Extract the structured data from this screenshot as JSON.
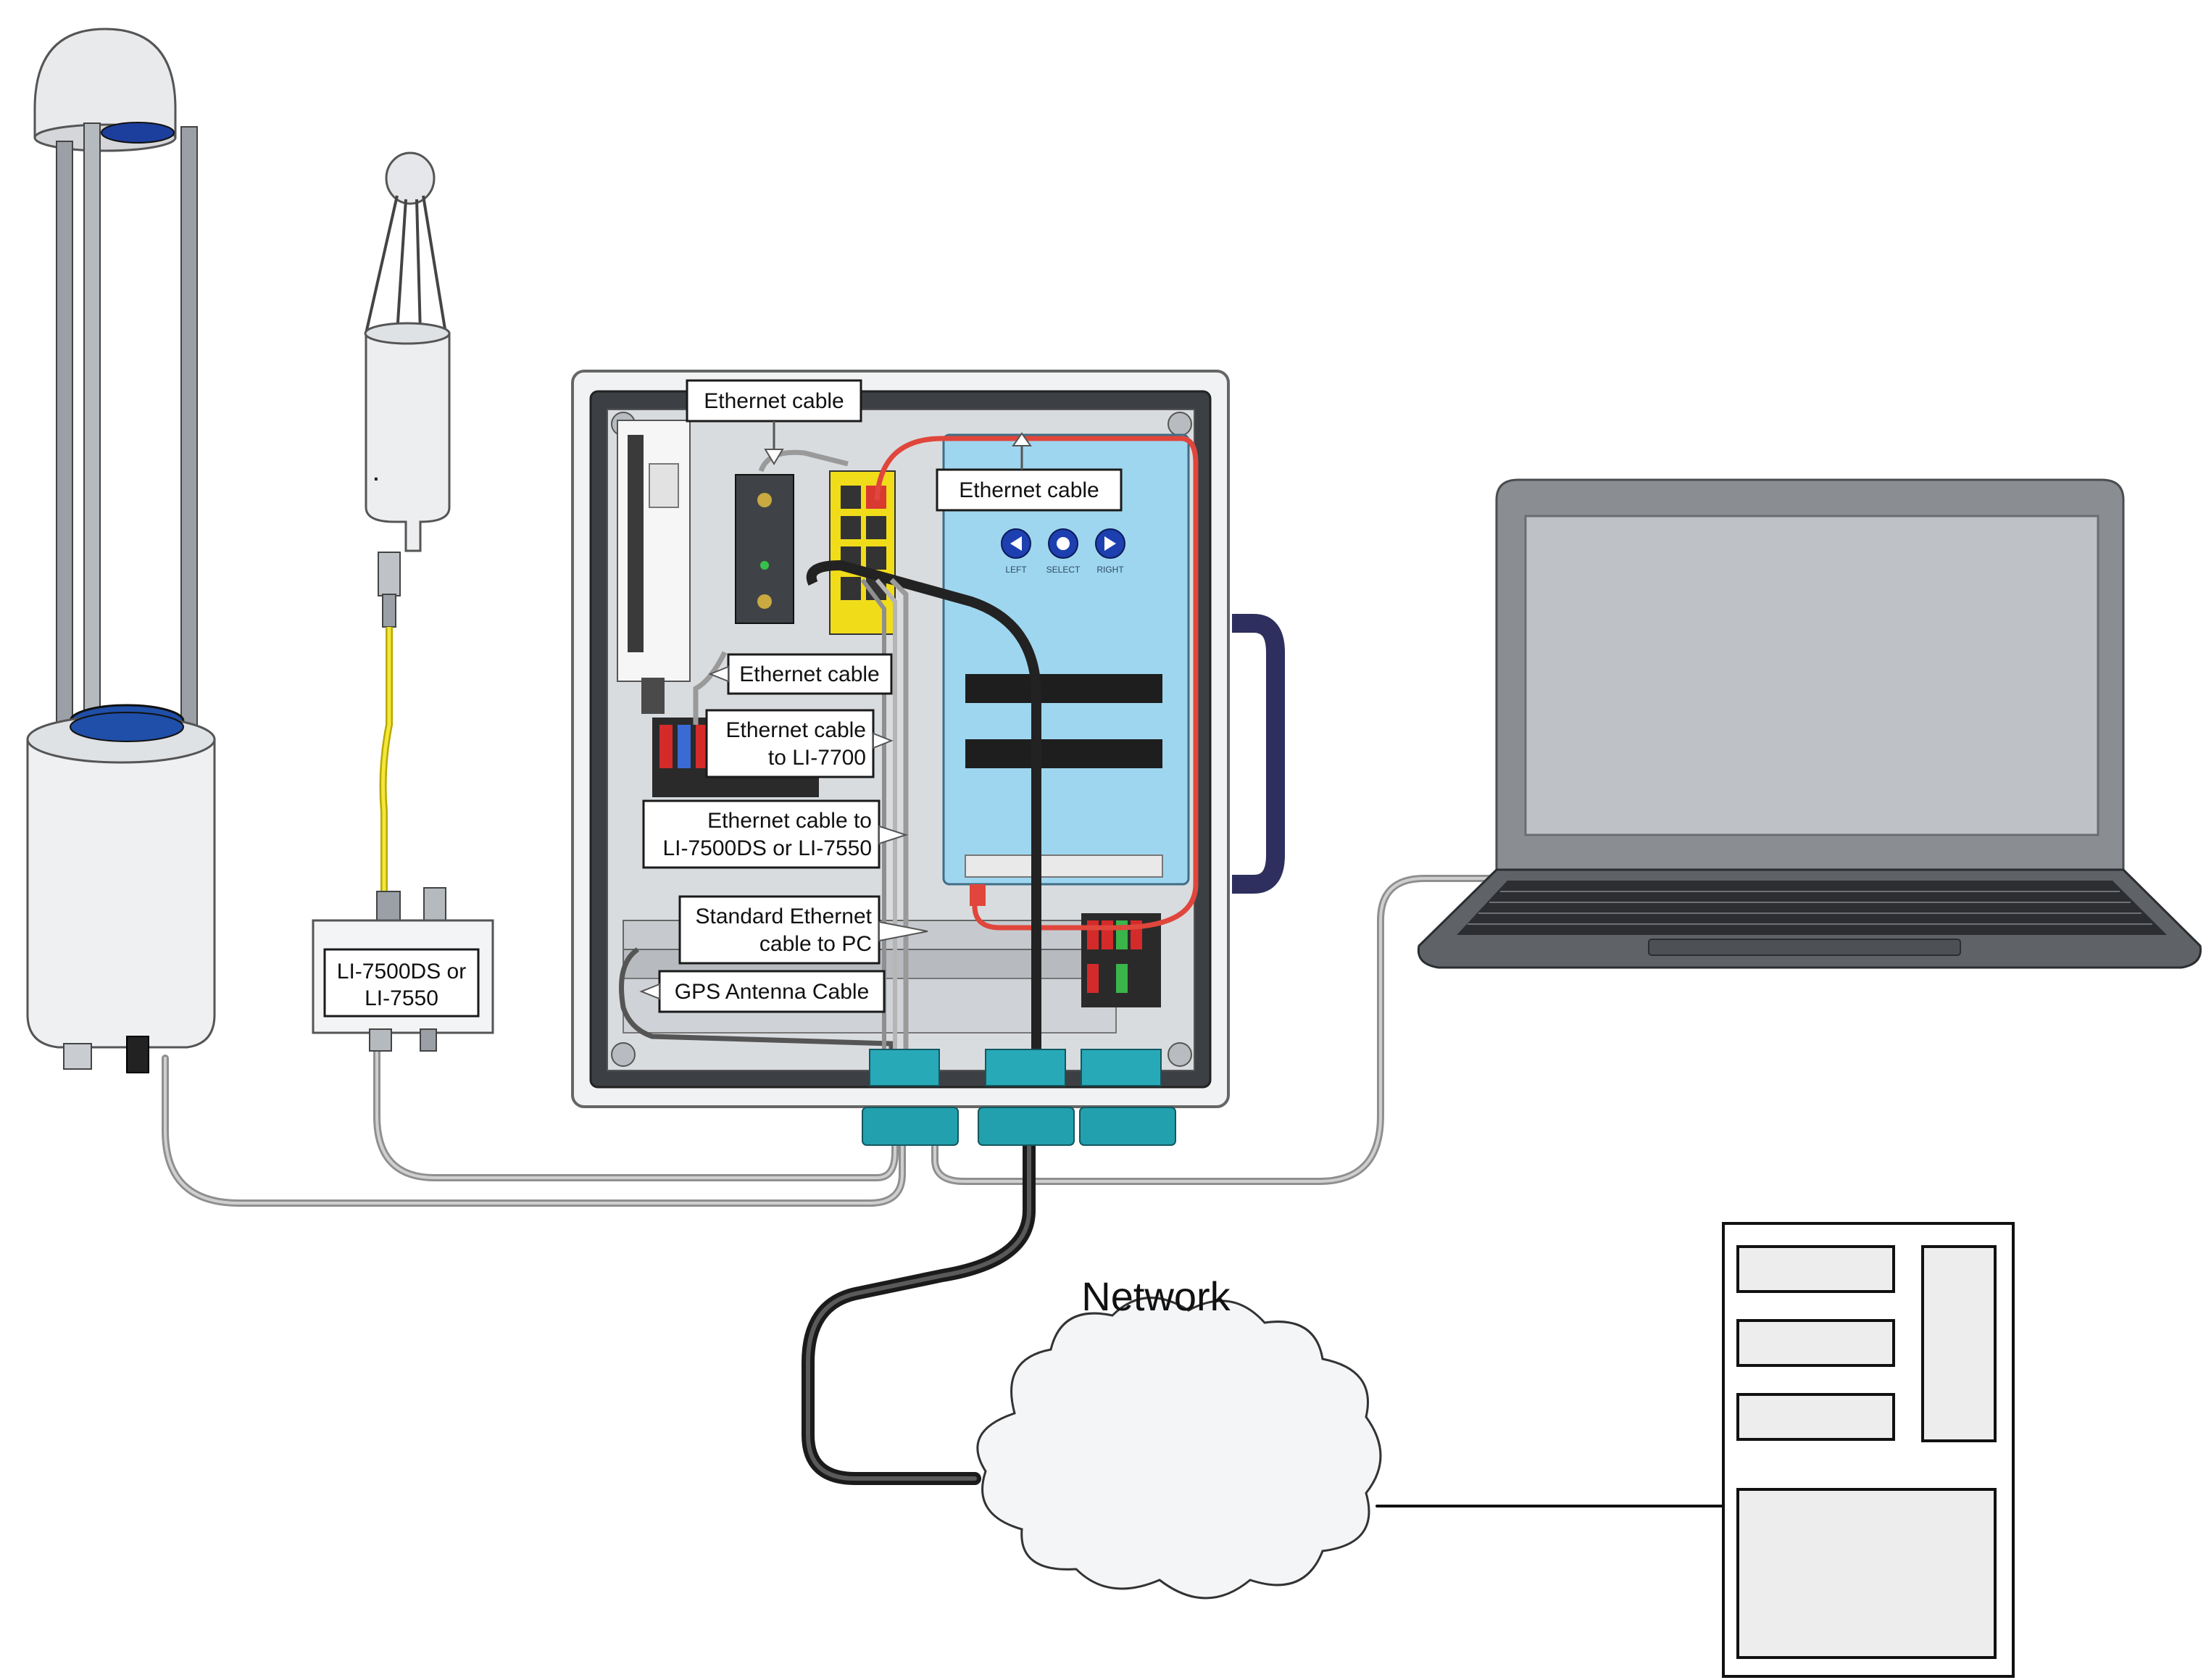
{
  "labels": {
    "ethernet_cable_top": "Ethernet cable",
    "ethernet_cable_panel": "Ethernet cable",
    "ethernet_cable_mid": "Ethernet cable",
    "ethernet_li7700_line1": "Ethernet cable",
    "ethernet_li7700_line2": "to LI-7700",
    "ethernet_ds_line1": "Ethernet cable to",
    "ethernet_ds_line2": "LI-7500DS or LI-7550",
    "standard_eth_line1": "Standard Ethernet",
    "standard_eth_line2": "cable to PC",
    "gps_antenna": "GPS Antenna Cable",
    "analyzer_box_line1": "LI-7500DS or",
    "analyzer_box_line2": "LI-7550",
    "network": "Network"
  },
  "panel_buttons": {
    "left": "LEFT",
    "select": "SELECT",
    "right": "RIGHT"
  },
  "colors": {
    "enclosure_blue": "#1f4fa8",
    "display_panel": "#9fd6ef",
    "cable_black": "#222222",
    "cable_gray": "#9a9a9a",
    "cable_yellow": "#f0e020",
    "cable_red": "#e0463c",
    "gland_teal": "#28a9b8",
    "laptop_gray": "#8a8e93",
    "handle_navy": "#2e2f5e"
  }
}
